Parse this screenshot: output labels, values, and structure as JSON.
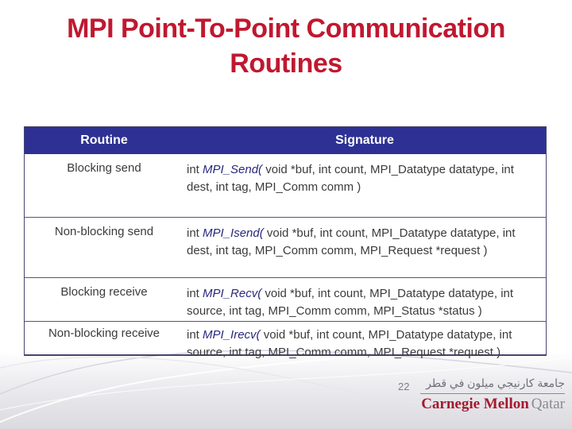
{
  "title": "MPI Point-To-Point Communication Routines",
  "table": {
    "headers": [
      "Routine",
      "Signature"
    ],
    "rows": [
      {
        "routine": "Blocking send",
        "sig_prefix": "int ",
        "sig_func": "MPI_Send(",
        "sig_rest": " void *buf, int count, MPI_Datatype datatype, int dest, int tag, MPI_Comm comm )"
      },
      {
        "routine": "Non-blocking send",
        "sig_prefix": "int ",
        "sig_func": "MPI_Isend(",
        "sig_rest": " void *buf, int count, MPI_Datatype datatype, int dest, int tag, MPI_Comm comm, MPI_Request *request )"
      },
      {
        "routine": "Blocking receive",
        "sig_prefix": "int ",
        "sig_func": "MPI_Recv(",
        "sig_rest": " void *buf, int count, MPI_Datatype datatype, int source, int tag, MPI_Comm comm, MPI_Status *status )"
      },
      {
        "routine": "Non-blocking receive",
        "sig_prefix": "int ",
        "sig_func": "MPI_Irecv(",
        "sig_rest": " void *buf, int count, MPI_Datatype datatype, int source, int tag, MPI_Comm comm, MPI_Request *request )"
      }
    ]
  },
  "footer": {
    "page_number": "22",
    "logo": {
      "arabic": "جامعة كارنيجي ميلون في قطر",
      "primary": "Carnegie Mellon",
      "secondary": "Qatar"
    }
  },
  "colors": {
    "title_red": "#C01830",
    "header_bg": "#2E3193",
    "header_text": "#FFFFFF",
    "body_text": "#3B3B3B",
    "function_italic": "#28287E",
    "cmu_red": "#A6192E",
    "qatar_gray": "#8A8C8E",
    "footer_band": "#DCDCE0"
  }
}
